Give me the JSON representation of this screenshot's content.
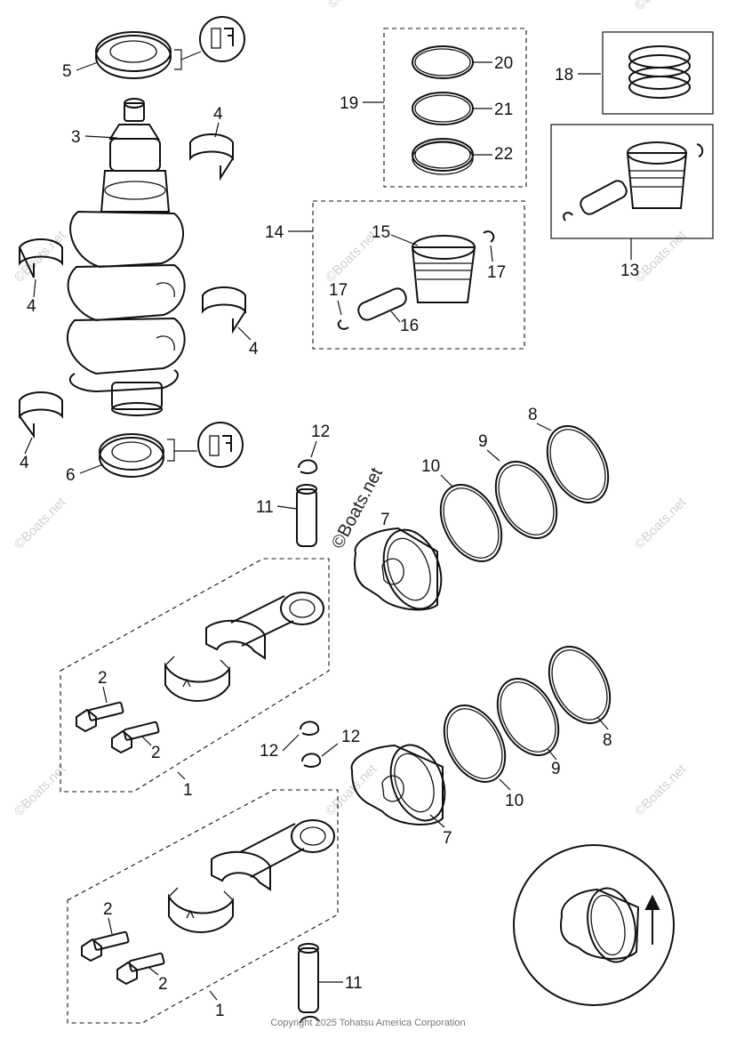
{
  "diagram": {
    "callouts": {
      "c5": "5",
      "c3": "3",
      "c4a": "4",
      "c4b": "4",
      "c4c": "4",
      "c4d": "4",
      "c6": "6",
      "c19": "19",
      "c20": "20",
      "c21": "21",
      "c22": "22",
      "c18": "18",
      "c13": "13",
      "c14": "14",
      "c15": "15",
      "c16": "16",
      "c17a": "17",
      "c17b": "17",
      "c12a": "12",
      "c11a": "11",
      "c7a": "7",
      "c10a": "10",
      "c9a": "9",
      "c8a": "8",
      "c2a": "2",
      "c2b": "2",
      "c1a": "1",
      "c12b": "12",
      "c12c": "12",
      "c10b": "10",
      "c9b": "9",
      "c8b": "8",
      "c7b": "7",
      "c2c": "2",
      "c2d": "2",
      "c1b": "1",
      "c11b": "11"
    },
    "watermark": "©Boats.net",
    "copyright": "Copyright 2025 Tohatsu America Corporation"
  }
}
